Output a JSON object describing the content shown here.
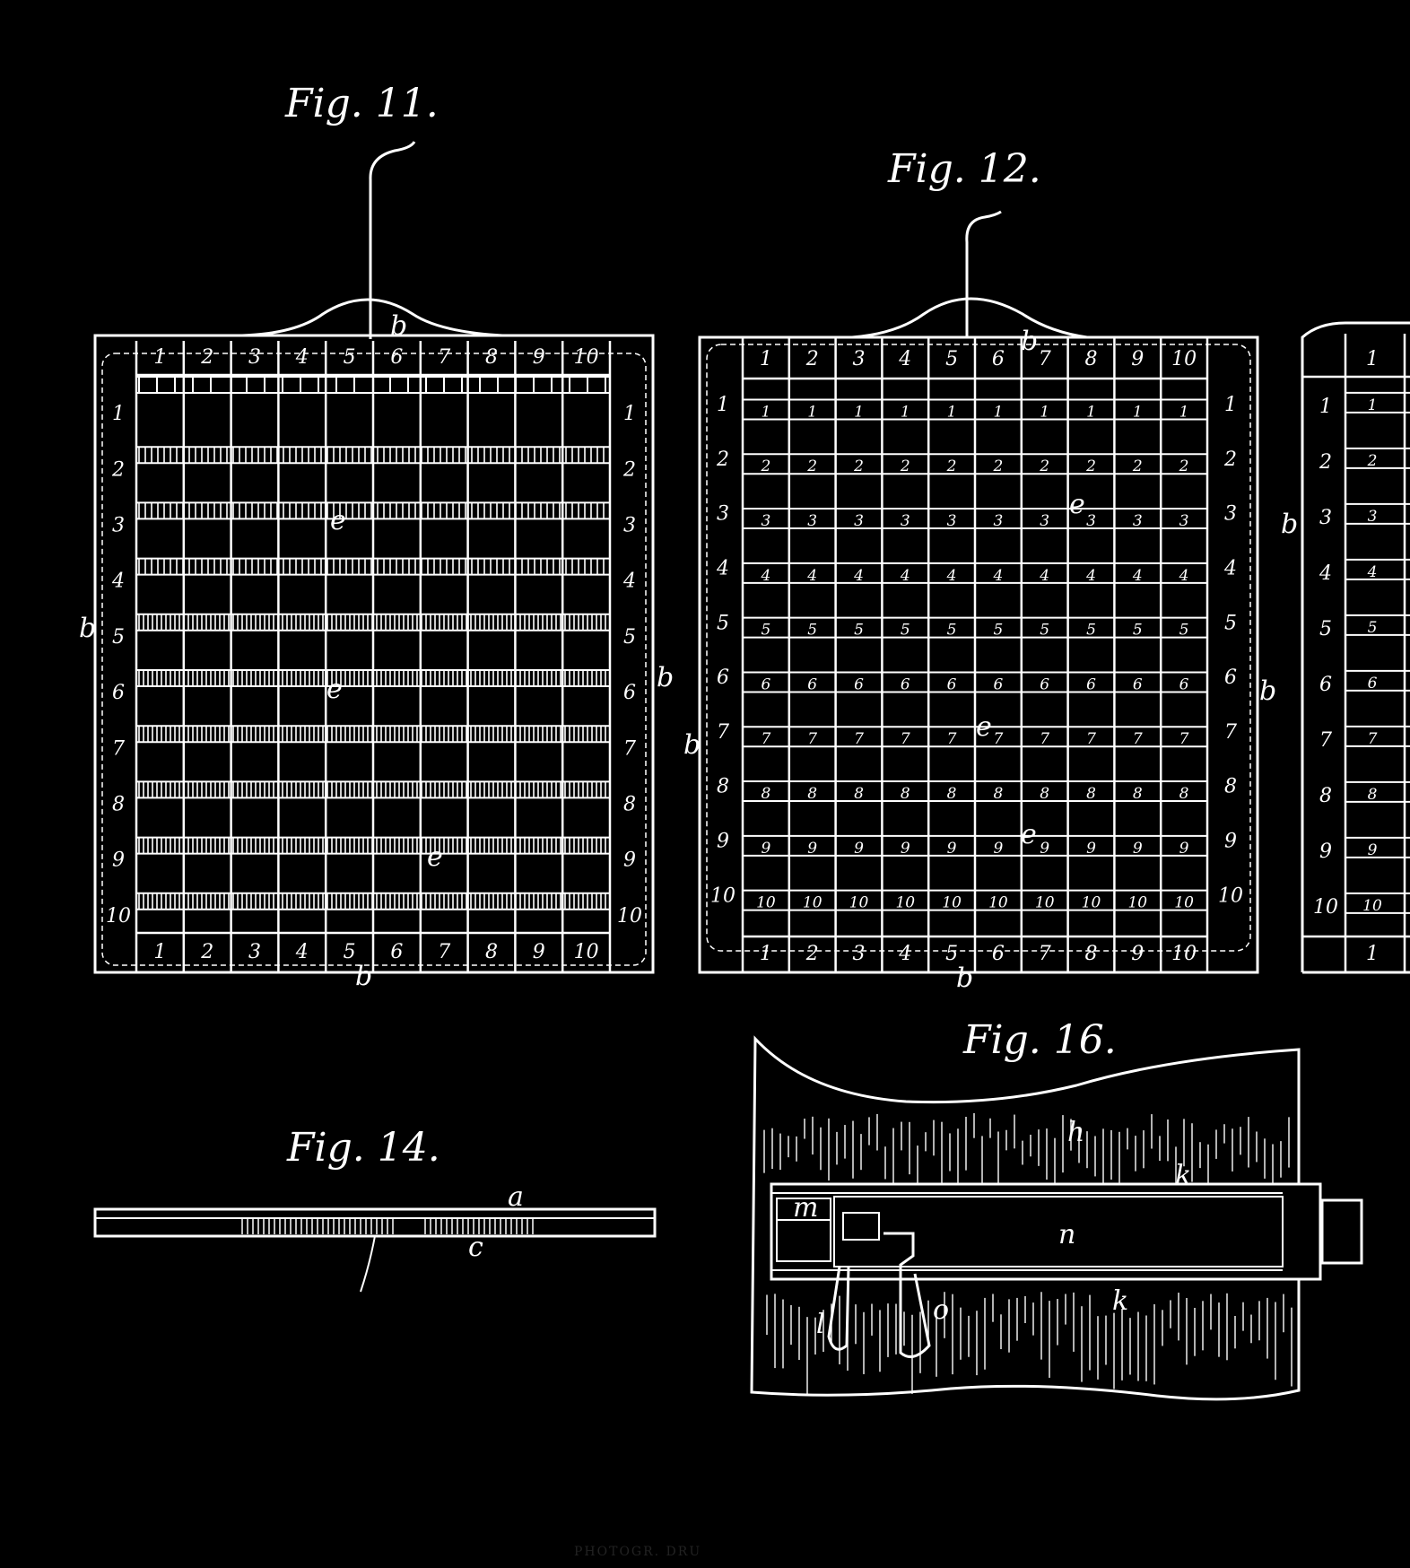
{
  "figures": {
    "fig11": {
      "title": "Fig. 11.",
      "labels": {
        "b_top": "b",
        "b_left": "b",
        "b_right": "b",
        "b_bottom": "b",
        "e": "e"
      }
    },
    "fig12": {
      "title": "Fig. 12.",
      "labels": {
        "b_top": "b",
        "b_left": "b",
        "b_right": "b",
        "b_bottom": "b",
        "e": "e"
      }
    },
    "fig13_partial": {
      "labels": {
        "b_left": "b"
      }
    },
    "fig14": {
      "title": "Fig. 14.",
      "labels": {
        "a": "a",
        "c": "c"
      }
    },
    "fig16": {
      "title": "Fig. 16.",
      "labels": {
        "h": "h",
        "k_top": "k",
        "k_bottom": "k",
        "m": "m",
        "n": "n",
        "l": "l",
        "o": "o"
      }
    }
  },
  "grid_numbers": [
    "1",
    "2",
    "3",
    "4",
    "5",
    "6",
    "7",
    "8",
    "9",
    "10"
  ],
  "footer_text": "PHOTOGR. DRU"
}
